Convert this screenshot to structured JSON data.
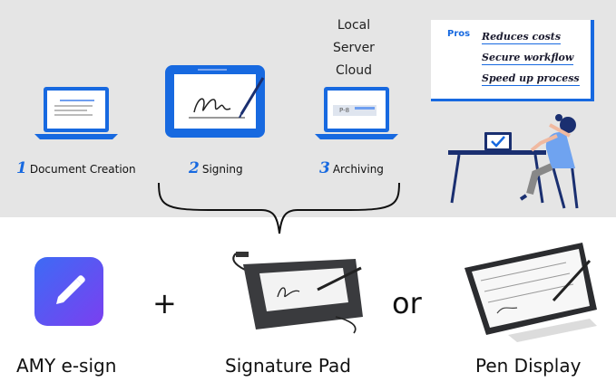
{
  "workflow": {
    "steps": [
      {
        "num": "1",
        "label": "Document Creation"
      },
      {
        "num": "2",
        "label": "Signing"
      },
      {
        "num": "3",
        "label": "Archiving"
      }
    ],
    "storage_options": [
      "Local",
      "Server",
      "Cloud"
    ],
    "archive_doc_label": "P-8",
    "pros": {
      "title": "Pros",
      "items": [
        "Reduces costs",
        "Secure workflow",
        "Speed up process"
      ]
    }
  },
  "products": {
    "app": "AMY e-sign",
    "plus": "+",
    "pad": "Signature Pad",
    "or": "or",
    "display": "Pen Display"
  },
  "colors": {
    "panel_bg": "#e5e5e5",
    "accent_blue": "#1769e0",
    "app_icon_gradient": [
      "#3d6bf5",
      "#7b3ff0"
    ]
  }
}
